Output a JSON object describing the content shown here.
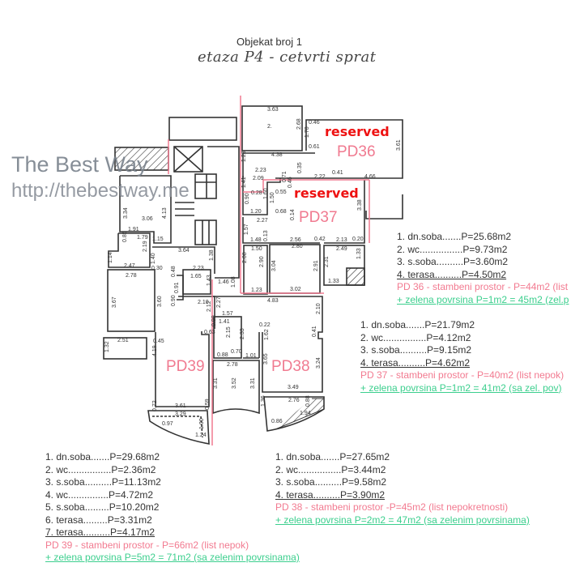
{
  "header": {
    "title": "Objekat broj 1",
    "subtitle": "etaza P4  - cetvrti sprat"
  },
  "watermark": {
    "line1": "The Best Way",
    "line2": "http://thebestway.me"
  },
  "colors": {
    "unit_label": "#f07a90",
    "reserved": "#ee1111",
    "green_area": "#3ccf8e",
    "walls": "#333333",
    "boundary": "#f07a90"
  },
  "plan": {
    "units": [
      {
        "label": "PD36",
        "reserved": "reserved"
      },
      {
        "label": "PD37",
        "reserved": "reserved"
      },
      {
        "label": "PD39"
      },
      {
        "label": "PD38"
      }
    ],
    "dimensions": [
      "3.63",
      "2.68",
      "2.",
      "0.46",
      "1.70",
      "0.61",
      "3.61",
      "4.38",
      "1.23",
      "2.23",
      "0.35",
      "2.22",
      "0.41",
      "4.66",
      "2.09",
      "0.71",
      "0.46",
      "1.41",
      "0.28",
      "0.90",
      "1.20",
      "1.60",
      "1.50",
      "0.55",
      "0.68",
      "0.14",
      "2.27",
      "1.57",
      "1.48",
      "0.13",
      "2.56",
      "0.42",
      "2.13",
      "0.20",
      "3.38",
      "1.50",
      "2.80",
      "2.49",
      "2.08",
      "2.90",
      "3.04",
      "2.91",
      "2.31",
      "1.33",
      "1.33",
      "1.23",
      "3.02",
      "3.06",
      "3.34",
      "4.13",
      "1.91",
      "1.15",
      "1.79",
      "0.85",
      "2.19",
      "1.14",
      "2.47",
      "1.40",
      "0.30",
      "3.64",
      "1.38",
      "2.23",
      "0.48",
      "1.65",
      "0.91",
      "1.43",
      "2.78",
      "3.67",
      "3.60",
      "0.90",
      "2.10",
      "1.46",
      "1.08",
      "2.27",
      "4.83",
      "2.12",
      "1.57",
      "1.41",
      "0.90",
      "2.15",
      "2.33",
      "0.22",
      "1.62",
      "0.63",
      "0.45",
      "2.51",
      "1.32",
      "4.19",
      "0.88",
      "0.70",
      "1.01",
      "2.78",
      "3.31",
      "3.52",
      "3.31",
      "3.65",
      "3.24",
      "2.10",
      "0.41",
      "3.49",
      "3.61",
      "3.29",
      "2.76",
      "1.94",
      "0.88",
      "1.36",
      "0.86",
      "1.24",
      "1.00",
      "0.97",
      "0.72",
      "0.59"
    ]
  },
  "areas": {
    "pd36": {
      "rooms": [
        "1. dn.soba.......P=25.68m2",
        "2. wc................P=9.73m2",
        "3. s.soba..........P=3.60m2",
        "4. terasa..........P=4.50m2"
      ],
      "total": "PD 36 - stambeni prostor - P=44m2 (list",
      "green": "+ zelena povrsina P=1m2 = 45m2 (zel.p"
    },
    "pd37": {
      "rooms": [
        "1. dn.soba.......P=21.79m2",
        "2. wc................P=4.12m2",
        "3. s.soba..........P=9.15m2",
        "4. terasa..........P=4.62m2"
      ],
      "total": "PD 37 - stambeni prostor - P=40m2 (list nepok)",
      "green": "+ zelena povrsina P=1m2 = 41m2 (sa zel. pov)"
    },
    "pd39": {
      "rooms": [
        "1. dn.soba.......P=29.68m2",
        "2. wc................P=2.36m2",
        "3. s.soba..........P=11.13m2",
        "4. wc...............P=4.72m2",
        "5. s.soba.........P=10.20m2",
        "6. terasa.........P=3.31m2",
        "7. terasa..........P=4.17m2"
      ],
      "total": "PD 39 - stambeni prostor - P=66m2 (list nepok)",
      "green": "+ zelena povrsina P=5m2 = 71m2 (sa zelenim povrsinama)"
    },
    "pd38": {
      "rooms": [
        "1. dn.soba.......P=27.65m2",
        "2. wc................P=3.44m2",
        "3. s.soba..........P=9.58m2",
        "4. terasa..........P=3.90m2"
      ],
      "total": "PD 38 - stambeni prostor -P=45m2 (list nepokretnosti)",
      "green": "+ zelena povrsina P=2m2 = 47m2 (sa zelenim povrsinama)"
    }
  }
}
